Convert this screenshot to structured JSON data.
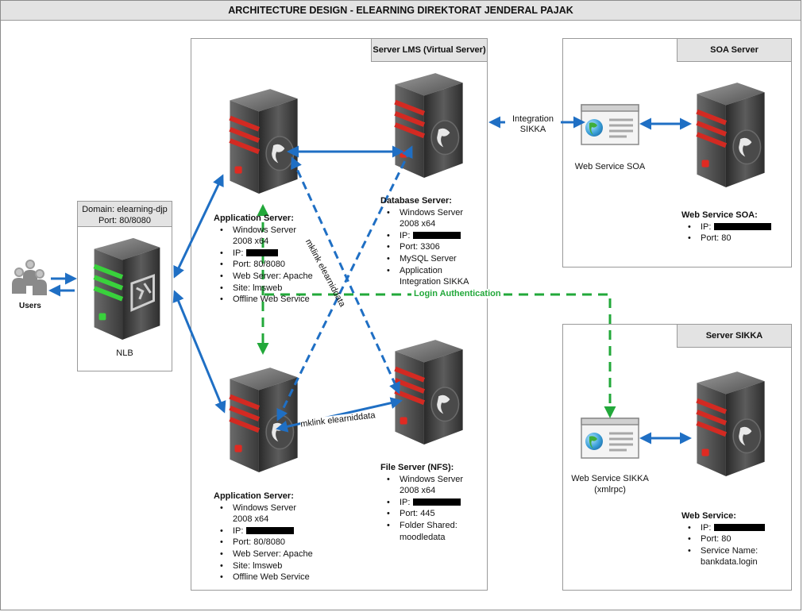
{
  "title": "ARCHITECTURE DESIGN - ELEARNING DIREKTORAT JENDERAL PAJAK",
  "users": {
    "label": "Users"
  },
  "nlb": {
    "domain_line1": "Domain: elearning-djp",
    "domain_line2": "Port: 80/8080",
    "label": "NLB"
  },
  "lms_box": {
    "title": "Server LMS (Virtual Server)"
  },
  "soa_box": {
    "title": "SOA Server"
  },
  "sikka_box": {
    "title": "Server SIKKA"
  },
  "app_server_1": {
    "heading": "Application Server:",
    "items": [
      "Windows Server 2008 x64",
      "IP: ",
      "Port: 80/8080",
      "Web Server: Apache",
      "Site: lmsweb",
      "Offline Web Service"
    ]
  },
  "app_server_2": {
    "heading": "Application Server:",
    "items": [
      "Windows Server 2008 x64",
      "IP: ",
      "Port: 80/8080",
      "Web Server: Apache",
      "Site: lmsweb",
      "Offline Web Service"
    ]
  },
  "db_server": {
    "heading": "Database Server:",
    "items": [
      "Windows Server 2008 x64",
      "IP: ",
      "Port: 3306",
      "MySQL Server",
      "Application Integration SIKKA"
    ]
  },
  "file_server": {
    "heading": "File Server (NFS):",
    "items": [
      "Windows Server 2008 x64",
      "IP: ",
      "Port: 445",
      "Folder Shared: moodledata"
    ]
  },
  "ws_soa": {
    "icon_label": "Web Service SOA",
    "heading": "Web Service SOA:",
    "items": [
      "IP: ",
      "Port: 80"
    ]
  },
  "ws_sikka": {
    "icon_label_line1": "Web Service SIKKA",
    "icon_label_line2": "(xmlrpc)",
    "heading": "Web Service:",
    "items": [
      "IP: ",
      "Port: 80",
      "Service Name: bankdata.login"
    ]
  },
  "connections": {
    "integration_line1": "Integration",
    "integration_line2": "SIKKA",
    "login_auth": "Login Authentication",
    "mklink_diag": "mklink elearniddata",
    "mklink_horiz": "mklink elearniddata"
  },
  "colors": {
    "blue": "#1f6fc4",
    "green": "#22a83a",
    "server_red": "#c8201b",
    "nlb_green": "#39d13c",
    "box_header": "#e3e3e3"
  }
}
